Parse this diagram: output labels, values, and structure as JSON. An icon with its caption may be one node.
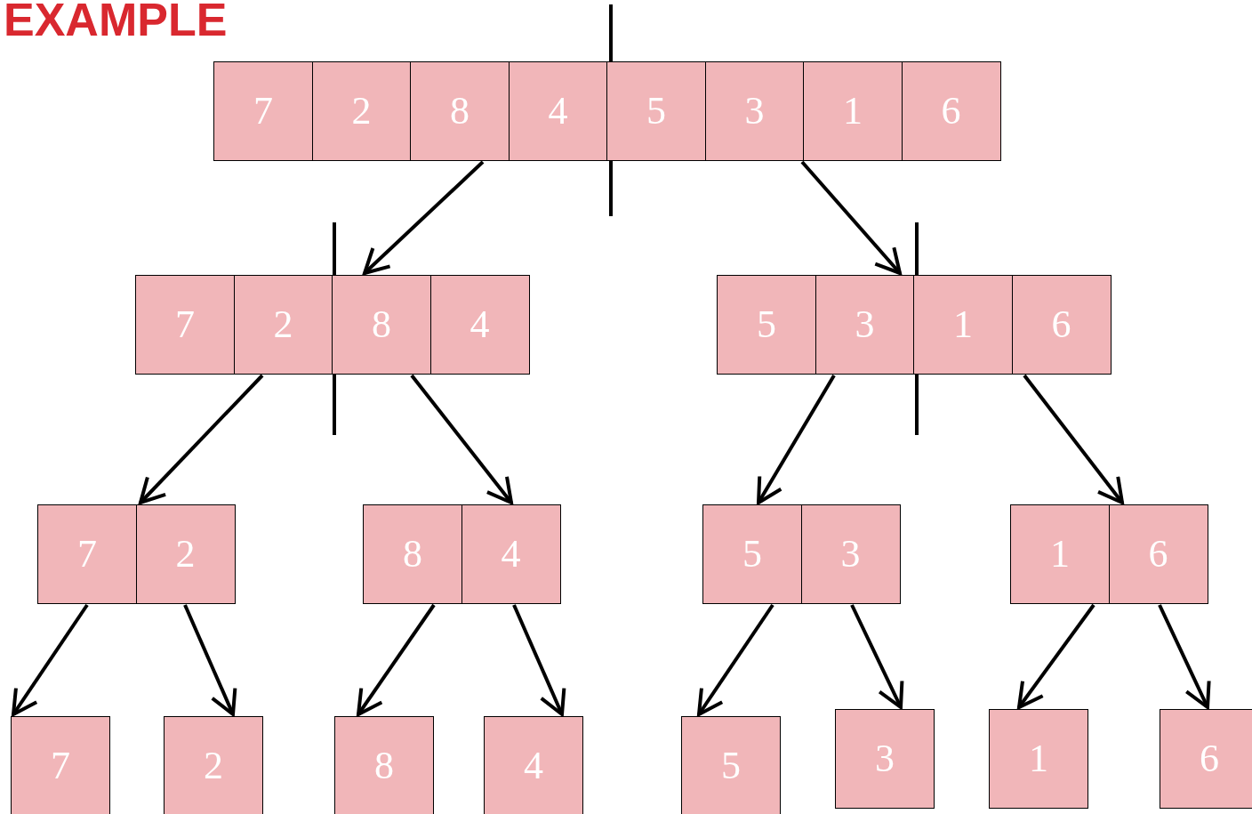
{
  "diagram": {
    "title": "EXAMPLE",
    "nodes": [
      {
        "text": [],
        "shape": "box"
      },
      {
        "text": [
          "7"
        ],
        "in": 0
      },
      {
        "text": [
          "2"
        ],
        "in": 0
      },
      {
        "text": [
          "8"
        ],
        "in": 0
      },
      {
        "text": [
          "4"
        ],
        "in": 0
      },
      {
        "text": [
          "5"
        ],
        "in": 0
      },
      {
        "text": [
          "3"
        ],
        "in": 0
      },
      {
        "text": [
          "1"
        ],
        "in": 0
      },
      {
        "text": [
          "6"
        ],
        "in": 0
      },
      {
        "text": [],
        "shape": "box"
      },
      {
        "text": [
          "7"
        ],
        "in": 9
      },
      {
        "text": [
          "2"
        ],
        "in": 9
      },
      {
        "text": [
          "8"
        ],
        "in": 9
      },
      {
        "text": [
          "4"
        ],
        "in": 9
      },
      {
        "text": [],
        "shape": "box"
      },
      {
        "text": [
          "5"
        ],
        "in": 14
      },
      {
        "text": [
          "3"
        ],
        "in": 14
      },
      {
        "text": [
          "1"
        ],
        "in": 14
      },
      {
        "text": [
          "6"
        ],
        "in": 14
      },
      {
        "text": [],
        "shape": "box"
      },
      {
        "text": [
          "7"
        ],
        "in": 19
      },
      {
        "text": [
          "2"
        ],
        "in": 19
      },
      {
        "text": [],
        "shape": "box"
      },
      {
        "text": [
          "8"
        ],
        "in": 22
      },
      {
        "text": [
          "4"
        ],
        "in": 22
      },
      {
        "text": [],
        "shape": "box"
      },
      {
        "text": [
          "5"
        ],
        "in": 25
      },
      {
        "text": [
          "3"
        ],
        "in": 25
      },
      {
        "text": [],
        "shape": "box"
      },
      {
        "text": [
          "1"
        ],
        "in": 28
      },
      {
        "text": [
          "6"
        ],
        "in": 28
      },
      {
        "text": [
          "7"
        ]
      },
      {
        "text": [
          "2"
        ]
      },
      {
        "text": [
          "8"
        ]
      },
      {
        "text": [
          "4"
        ]
      },
      {
        "text": [
          "5"
        ]
      },
      {
        "text": [
          "3"
        ]
      },
      {
        "text": [
          "1"
        ]
      },
      {
        "text": [
          "6"
        ]
      }
    ],
    "edges": [
      {
        "from": 0,
        "to": 9,
        "arrow": "to"
      },
      {
        "from": 0,
        "to": 14,
        "arrow": "to"
      },
      {
        "from": 9,
        "to": 19,
        "arrow": "to"
      },
      {
        "from": 9,
        "to": 22,
        "arrow": "to"
      },
      {
        "from": 14,
        "to": 25,
        "arrow": "to"
      },
      {
        "from": 14,
        "to": 28,
        "arrow": "to"
      },
      {
        "from": 19,
        "to": 31,
        "arrow": "to"
      },
      {
        "from": 19,
        "to": 32,
        "arrow": "to"
      },
      {
        "from": 22,
        "to": 33,
        "arrow": "to"
      },
      {
        "from": 22,
        "to": 34,
        "arrow": "to"
      },
      {
        "from": 25,
        "to": 35,
        "arrow": "to"
      },
      {
        "from": 25,
        "to": 36,
        "arrow": "to"
      },
      {
        "from": 28,
        "to": 37,
        "arrow": "to"
      },
      {
        "from": 28,
        "to": 38,
        "arrow": "to"
      }
    ]
  }
}
